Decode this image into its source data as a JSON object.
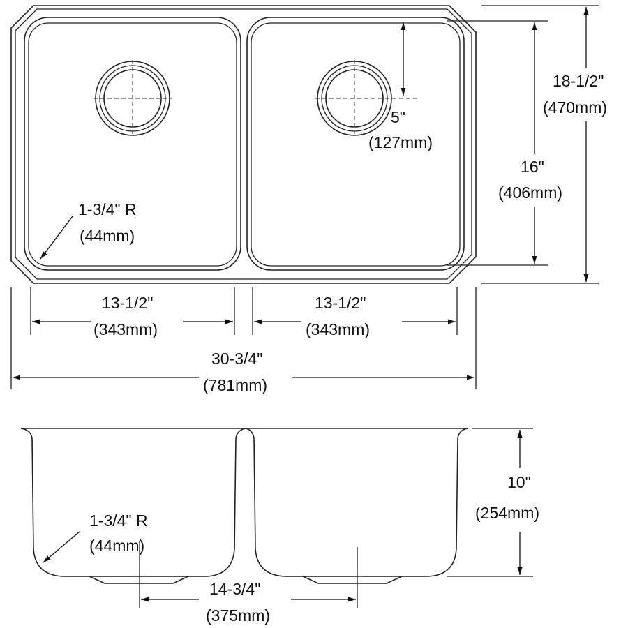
{
  "top_view": {
    "bowl_width_left": {
      "inch": "13-1/2\"",
      "mm": "(343mm)"
    },
    "bowl_width_right": {
      "inch": "13-1/2\"",
      "mm": "(343mm)"
    },
    "overall_width": {
      "inch": "30-3/4\"",
      "mm": "(781mm)"
    },
    "overall_depth": {
      "inch": "18-1/2\"",
      "mm": "(470mm)"
    },
    "bowl_depth": {
      "inch": "16\"",
      "mm": "(406mm)"
    },
    "drain_offset": {
      "inch": "5\"",
      "mm": "(127mm)"
    },
    "corner_radius": {
      "inch": "1-3/4\" R",
      "mm": "(44mm)"
    }
  },
  "side_view": {
    "corner_radius": {
      "inch": "1-3/4\" R",
      "mm": "(44mm)"
    },
    "depth": {
      "inch": "10\"",
      "mm": "(254mm)"
    },
    "drain_spacing": {
      "inch": "14-3/4\"",
      "mm": "(375mm)"
    }
  }
}
